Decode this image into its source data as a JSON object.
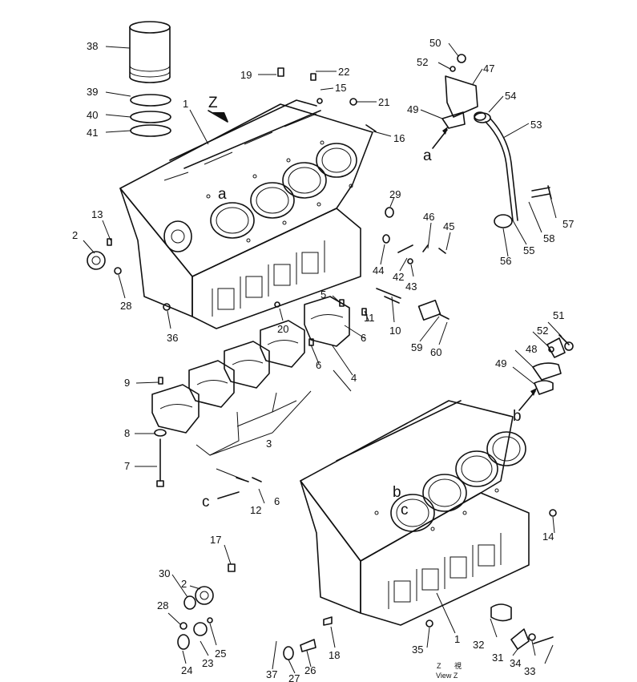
{
  "callouts": [
    {
      "id": "c38",
      "text": "38"
    },
    {
      "id": "c39",
      "text": "39"
    },
    {
      "id": "c40",
      "text": "40"
    },
    {
      "id": "c41",
      "text": "41"
    },
    {
      "id": "c1a",
      "text": "1"
    },
    {
      "id": "c19",
      "text": "19"
    },
    {
      "id": "c22",
      "text": "22"
    },
    {
      "id": "c15",
      "text": "15"
    },
    {
      "id": "c21",
      "text": "21"
    },
    {
      "id": "c16",
      "text": "16"
    },
    {
      "id": "c13",
      "text": "13"
    },
    {
      "id": "c2a",
      "text": "2"
    },
    {
      "id": "c28a",
      "text": "28"
    },
    {
      "id": "c36",
      "text": "36"
    },
    {
      "id": "c20",
      "text": "20"
    },
    {
      "id": "c29",
      "text": "29"
    },
    {
      "id": "c46",
      "text": "46"
    },
    {
      "id": "c45",
      "text": "45"
    },
    {
      "id": "c44",
      "text": "44"
    },
    {
      "id": "c42",
      "text": "42"
    },
    {
      "id": "c43",
      "text": "43"
    },
    {
      "id": "c5",
      "text": "5"
    },
    {
      "id": "c11",
      "text": "11"
    },
    {
      "id": "c10",
      "text": "10"
    },
    {
      "id": "c6a",
      "text": "6"
    },
    {
      "id": "c6b",
      "text": "6"
    },
    {
      "id": "c4",
      "text": "4"
    },
    {
      "id": "c59",
      "text": "59"
    },
    {
      "id": "c60",
      "text": "60"
    },
    {
      "id": "c9",
      "text": "9"
    },
    {
      "id": "c8",
      "text": "8"
    },
    {
      "id": "c7",
      "text": "7"
    },
    {
      "id": "c3",
      "text": "3"
    },
    {
      "id": "c12",
      "text": "12"
    },
    {
      "id": "c6c",
      "text": "6"
    },
    {
      "id": "c17",
      "text": "17"
    },
    {
      "id": "c30",
      "text": "30"
    },
    {
      "id": "c2b",
      "text": "2"
    },
    {
      "id": "c28b",
      "text": "28"
    },
    {
      "id": "c24",
      "text": "24"
    },
    {
      "id": "c23",
      "text": "23"
    },
    {
      "id": "c25",
      "text": "25"
    },
    {
      "id": "c37",
      "text": "37"
    },
    {
      "id": "c27",
      "text": "27"
    },
    {
      "id": "c26",
      "text": "26"
    },
    {
      "id": "c18",
      "text": "18"
    },
    {
      "id": "c35",
      "text": "35"
    },
    {
      "id": "c1b",
      "text": "1"
    },
    {
      "id": "c32",
      "text": "32"
    },
    {
      "id": "c31",
      "text": "31"
    },
    {
      "id": "c34",
      "text": "34"
    },
    {
      "id": "c33",
      "text": "33"
    },
    {
      "id": "c14",
      "text": "14"
    },
    {
      "id": "c50",
      "text": "50"
    },
    {
      "id": "c52a",
      "text": "52"
    },
    {
      "id": "c47",
      "text": "47"
    },
    {
      "id": "c49a",
      "text": "49"
    },
    {
      "id": "c54",
      "text": "54"
    },
    {
      "id": "c53",
      "text": "53"
    },
    {
      "id": "c57",
      "text": "57"
    },
    {
      "id": "c58",
      "text": "58"
    },
    {
      "id": "c55",
      "text": "55"
    },
    {
      "id": "c56",
      "text": "56"
    },
    {
      "id": "c51",
      "text": "51"
    },
    {
      "id": "c52b",
      "text": "52"
    },
    {
      "id": "c48",
      "text": "48"
    },
    {
      "id": "c49b",
      "text": "49"
    }
  ],
  "reference_letters": {
    "view_z": "Z",
    "a_arrow": "a",
    "a_block": "a",
    "b_arrow": "b",
    "b_block": "b",
    "c_pin": "c",
    "c_block": "c"
  },
  "view_caption": {
    "line1_z": "Z",
    "line1_jp": "視",
    "line2": "View Z"
  }
}
